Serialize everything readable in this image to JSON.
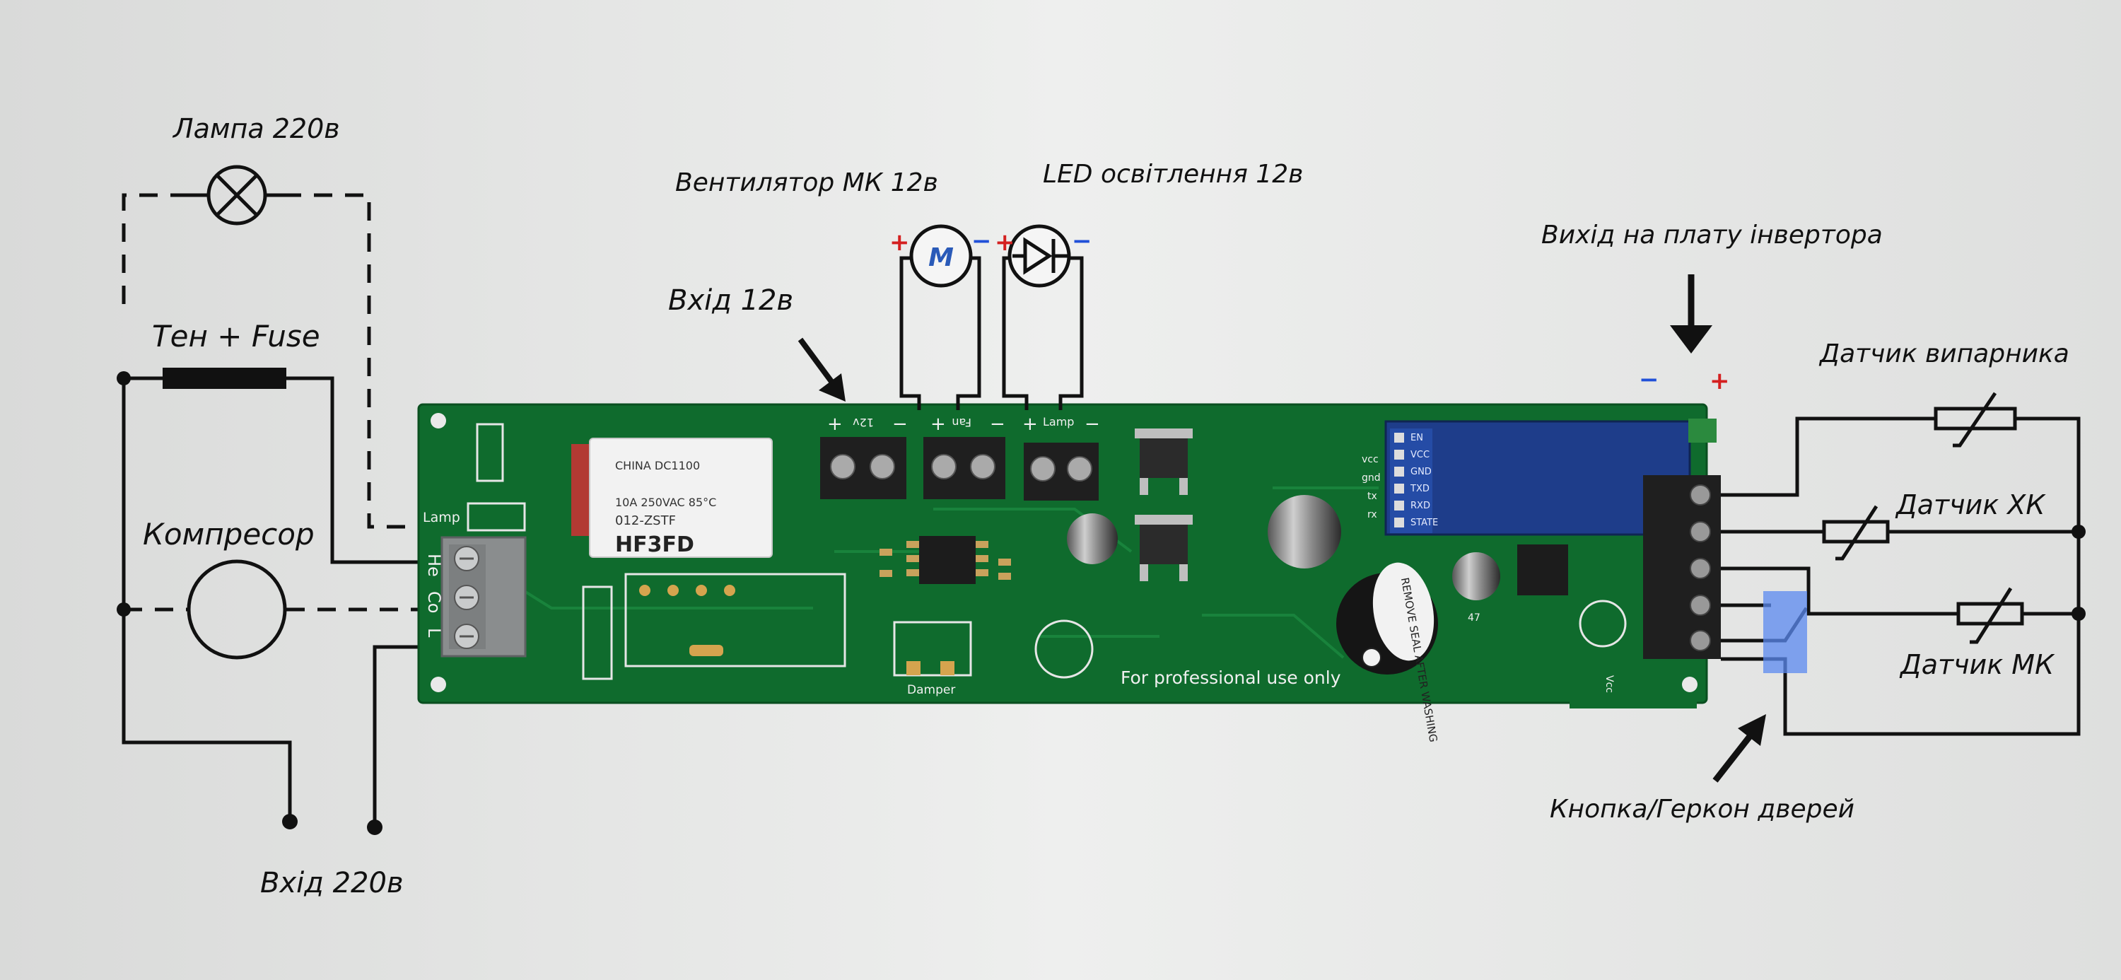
{
  "labels": {
    "lamp": "Лампа 220в",
    "fan": "Вентилятор МК 12в",
    "led": "LED освітлення 12в",
    "inverter_out": "Вихід на плату інвертора",
    "input_12v": "Вхід 12в",
    "heater": "Тен + Fuse",
    "evaporator_sensor": "Датчик випарника",
    "compressor": "Компресор",
    "fridge_sensor": "Датчик ХК",
    "freezer_sensor": "Датчик МК",
    "door_button": "Кнопка/Геркон дверей",
    "input_220v": "Вхід 220в"
  },
  "symbols": {
    "motor": "M",
    "plus": "+",
    "minus": "−"
  },
  "board": {
    "silk_12v": "12v",
    "silk_fan": "Fan",
    "silk_lamp_top": "Lamp",
    "silk_lamp_left": "Lamp",
    "silk_he": "He",
    "silk_co": "Co",
    "silk_l": "L",
    "silk_damper": "Damper",
    "silk_notice": "For professional use only",
    "silk_vcc": "Vcc",
    "pins_left": [
      "vcc",
      "gnd",
      "tx",
      "rx"
    ],
    "bt_pins": [
      "EN",
      "VCC",
      "GND",
      "TXD",
      "RXD",
      "STATE"
    ],
    "relay_brand": "HF3FD",
    "relay_model": "012-ZSTF",
    "relay_rating": "10A 250VAC 85°C",
    "relay_code": "CHINA DC1100",
    "buzzer_text": "REMOVE SEAL AFTER WASHING",
    "cap_label": "47"
  },
  "colors": {
    "background": "#e4e5e4",
    "pcb": "#0f6b2d",
    "terminal_black": "#1f1f1f",
    "terminal_grey": "#8a8d8e",
    "relay": "#f2f2f2",
    "bt_module": "#1e3d8a",
    "highlight": "#5b8af0",
    "plus_red": "#d42020",
    "minus_blue": "#2050d8",
    "wire": "#111111"
  }
}
